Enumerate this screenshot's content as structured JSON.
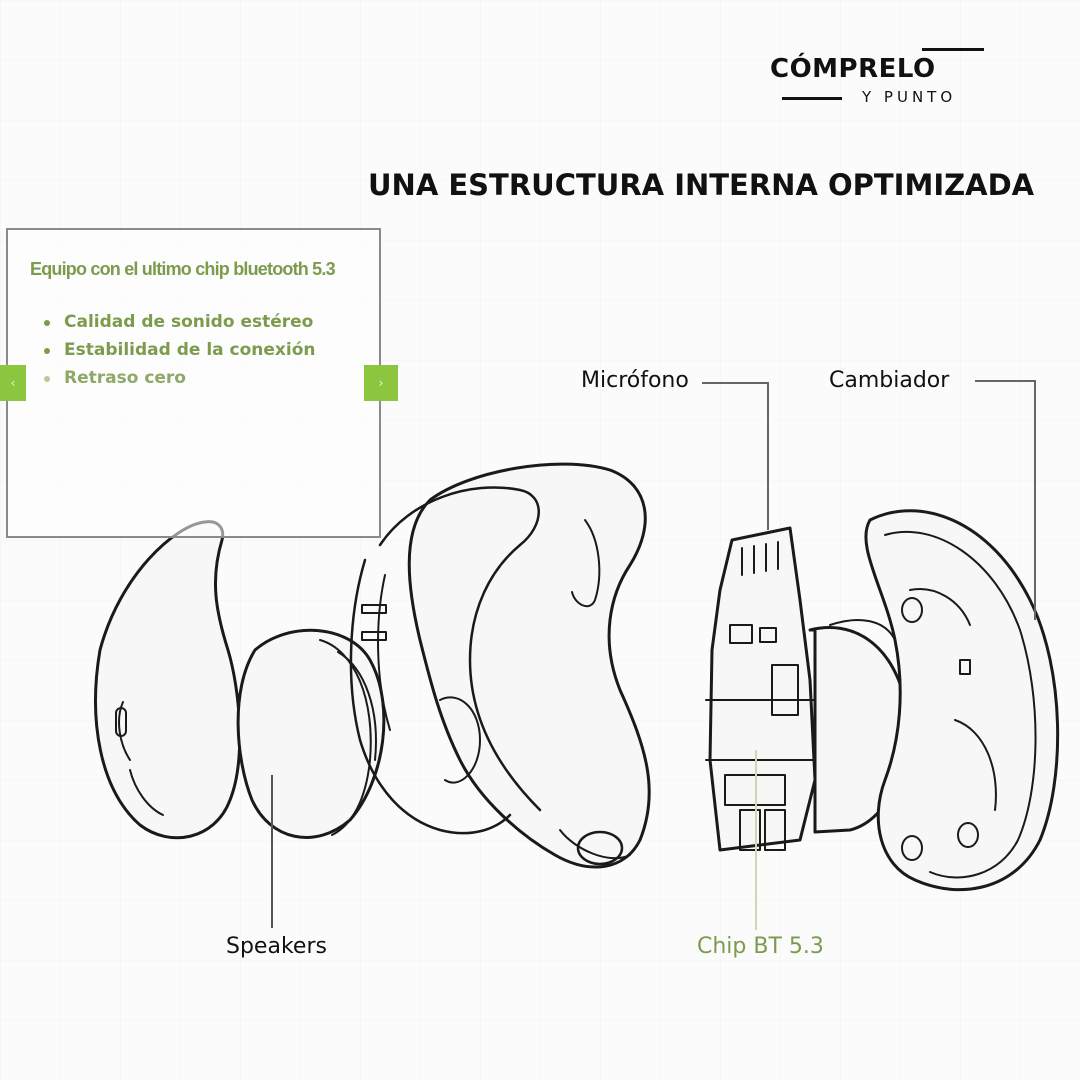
{
  "brand": {
    "name": "CÓMPRELO",
    "tagline": "Y PUNTO"
  },
  "headline": "UNA ESTRUCTURA INTERNA OPTIMIZADA",
  "infobox": {
    "title": "Equipo con el ultimo chip bluetooth 5.3",
    "features": [
      "Calidad de sonido estéreo",
      "Estabilidad de la conexión",
      "Retraso cero"
    ]
  },
  "labels": {
    "microfono": "Micrófono",
    "cambiador": "Cambiador",
    "speakers": "Speakers",
    "chip": "Chip BT 5.3"
  },
  "colors": {
    "accent": "#7d9b4d",
    "nav": "#8cc63f",
    "text": "#111111"
  },
  "icons": {
    "prev": "chevron-left-icon",
    "next": "chevron-right-icon"
  }
}
